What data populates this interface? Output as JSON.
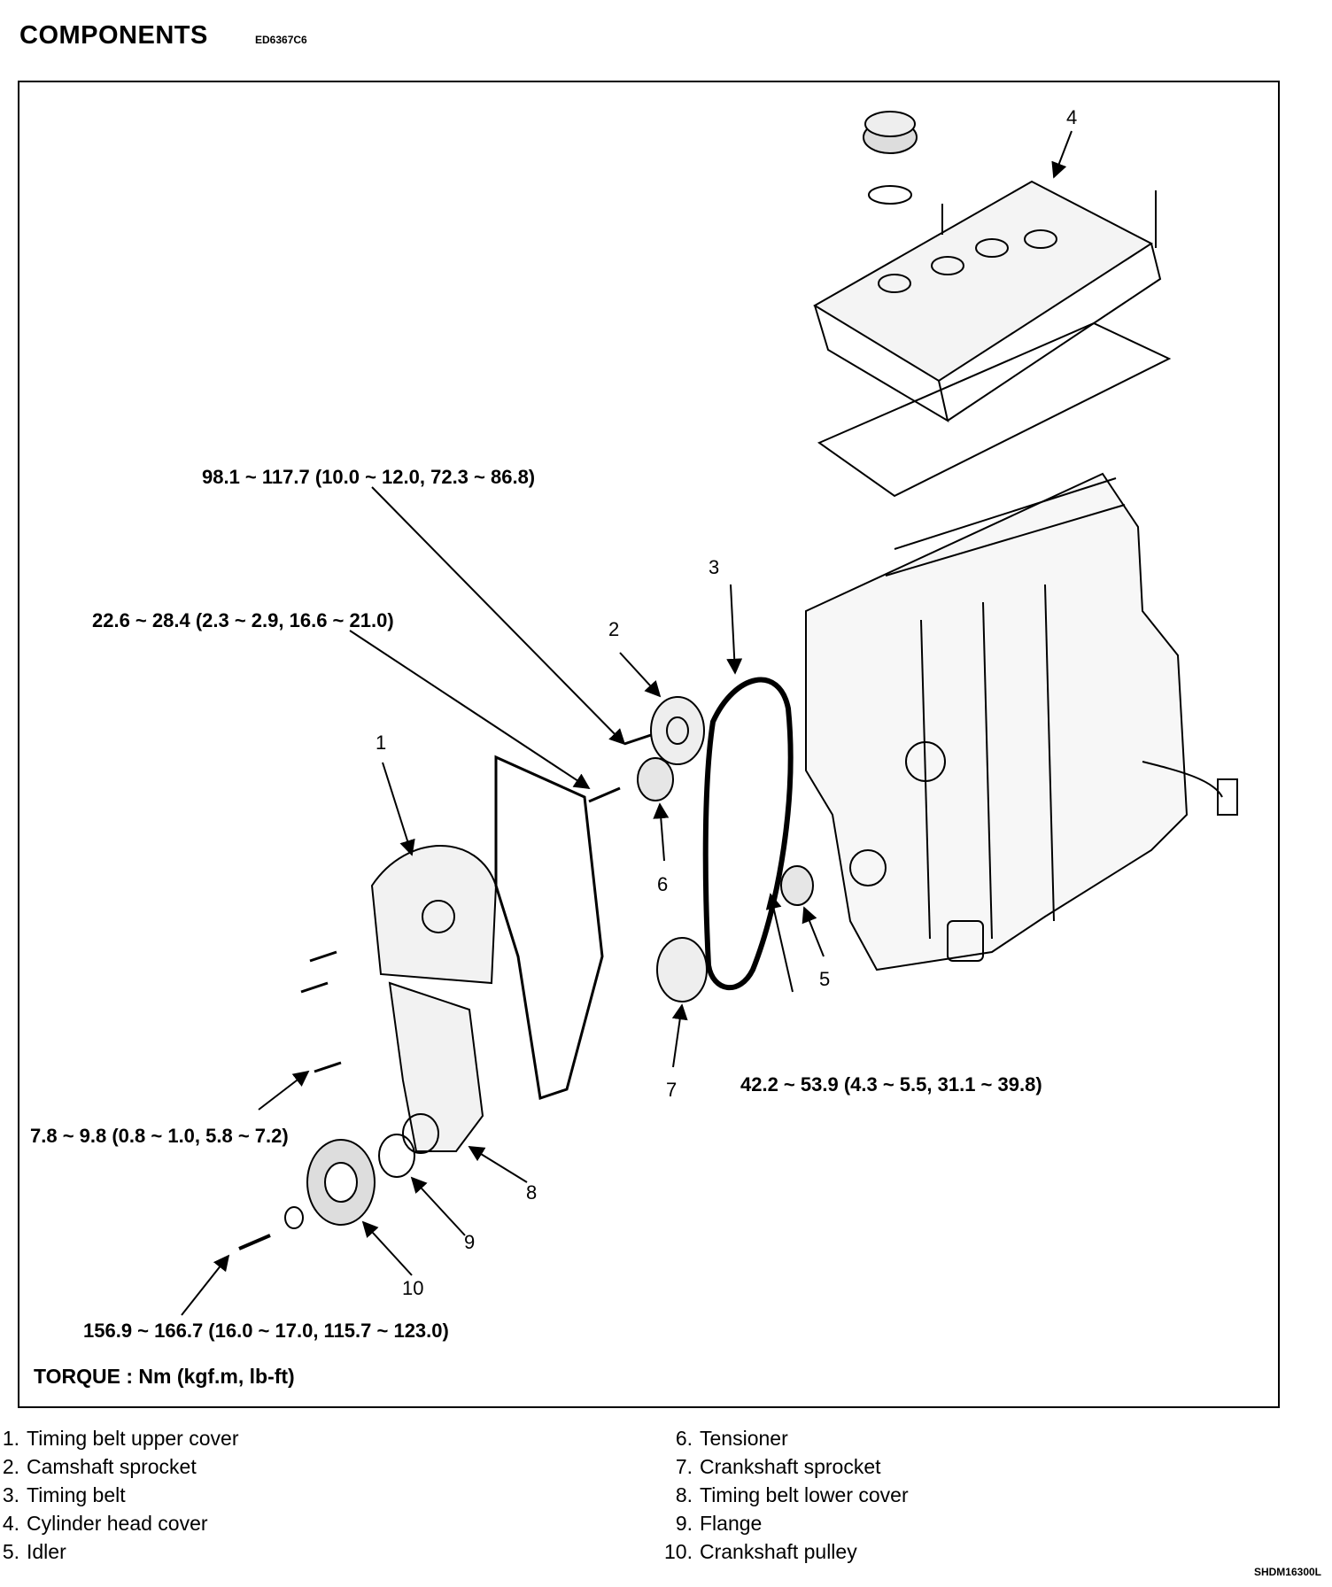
{
  "header": {
    "title": "COMPONENTS",
    "code": "ED6367C6"
  },
  "torque_specs": [
    {
      "value": "98.1 ~ 117.7 (10.0 ~ 12.0, 72.3 ~ 86.8)"
    },
    {
      "value": "22.6 ~ 28.4 (2.3 ~ 2.9, 16.6 ~ 21.0)"
    },
    {
      "value": "42.2 ~ 53.9 (4.3 ~ 5.5, 31.1 ~ 39.8)"
    },
    {
      "value": "7.8 ~ 9.8 (0.8 ~ 1.0, 5.8 ~ 7.2)"
    },
    {
      "value": "156.9 ~ 166.7 (16.0 ~ 17.0, 115.7 ~ 123.0)"
    }
  ],
  "torque_unit": "TORQUE : Nm (kgf.m, lb-ft)",
  "callouts": [
    "1",
    "2",
    "3",
    "4",
    "5",
    "6",
    "7",
    "8",
    "9",
    "10"
  ],
  "legend": [
    {
      "num": "1.",
      "label": "Timing belt upper cover"
    },
    {
      "num": "2.",
      "label": "Camshaft sprocket"
    },
    {
      "num": "3.",
      "label": "Timing belt"
    },
    {
      "num": "4.",
      "label": "Cylinder head cover"
    },
    {
      "num": "5.",
      "label": "Idler"
    },
    {
      "num": "6.",
      "label": "Tensioner"
    },
    {
      "num": "7.",
      "label": "Crankshaft sprocket"
    },
    {
      "num": "8.",
      "label": "Timing belt lower cover"
    },
    {
      "num": "9.",
      "label": "Flange"
    },
    {
      "num": "10.",
      "label": "Crankshaft pulley"
    }
  ],
  "figure_code": "SHDM16300L"
}
